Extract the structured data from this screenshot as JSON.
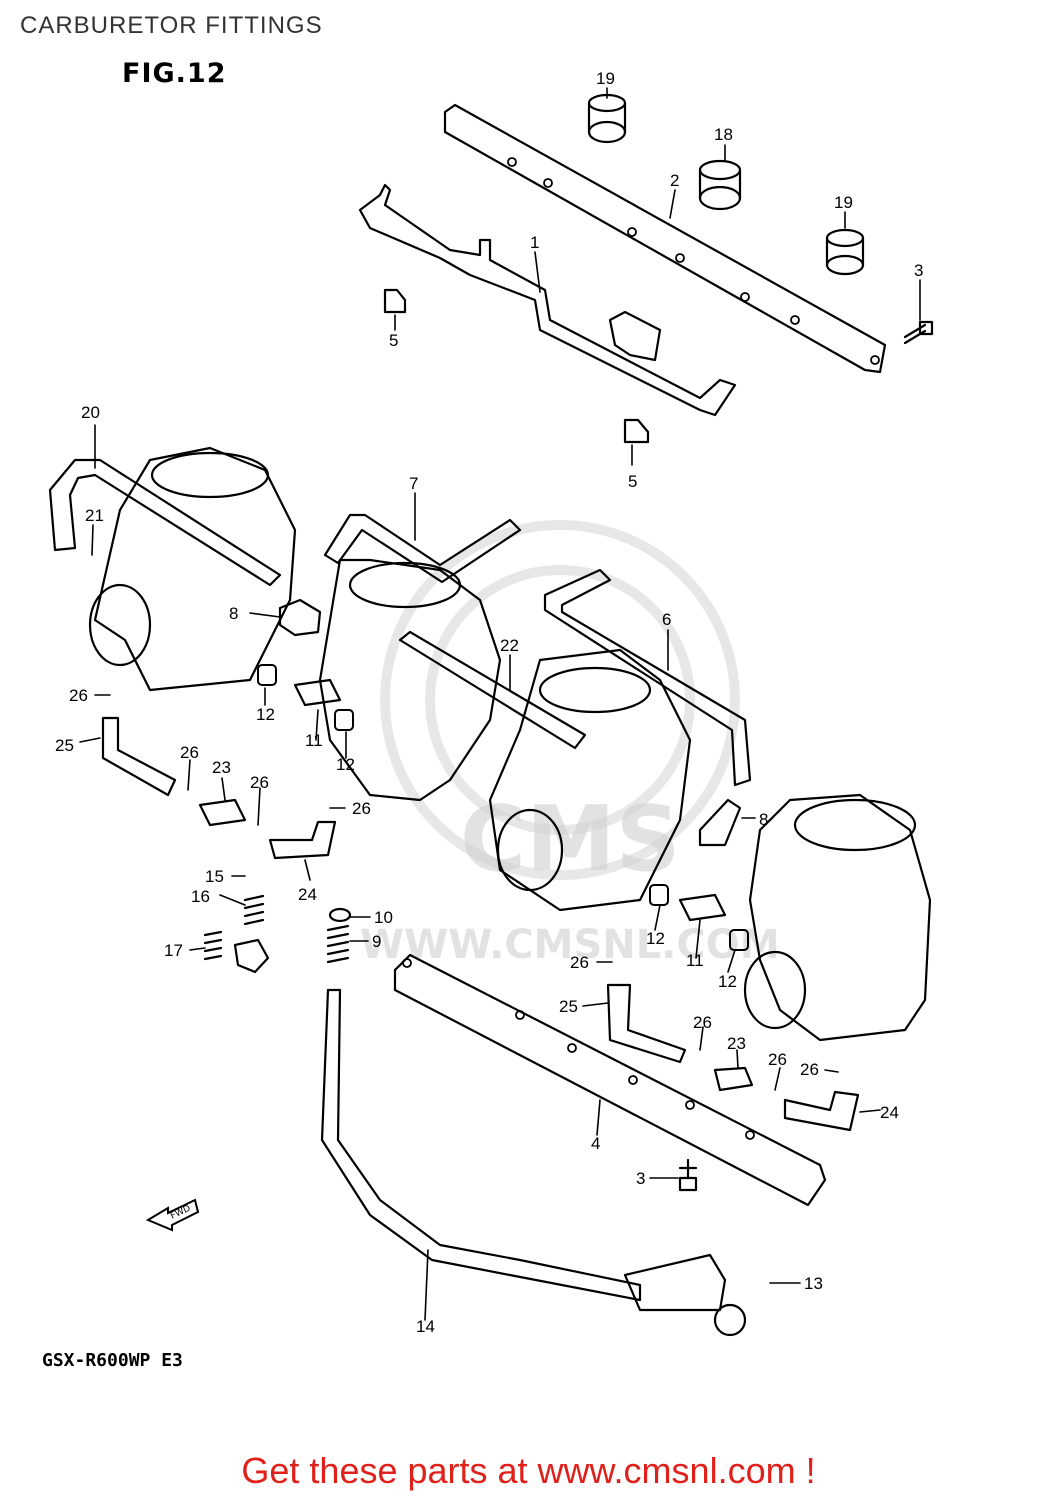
{
  "page": {
    "title": "CARBURETOR FITTINGS",
    "figure": "FIG.12",
    "model": "GSX-R600WP E3",
    "cta": "Get these parts at www.cmsnl.com !",
    "watermark": "WWW.CMSNL.COM",
    "watermark_logo": "CMS",
    "fwd_arrow": "FWD"
  },
  "callouts": [
    "19",
    "18",
    "19",
    "2",
    "1",
    "3",
    "5",
    "5",
    "20",
    "21",
    "7",
    "8",
    "22",
    "6",
    "26",
    "12",
    "11",
    "12",
    "25",
    "26",
    "23",
    "26",
    "26",
    "15",
    "16",
    "24",
    "17",
    "10",
    "9",
    "8",
    "12",
    "11",
    "12",
    "26",
    "25",
    "26",
    "23",
    "26",
    "26",
    "24",
    "4",
    "3",
    "13",
    "14"
  ],
  "colors": {
    "cta": "#e0201b",
    "line": "#000000",
    "watermark": "#cfcfcf"
  }
}
